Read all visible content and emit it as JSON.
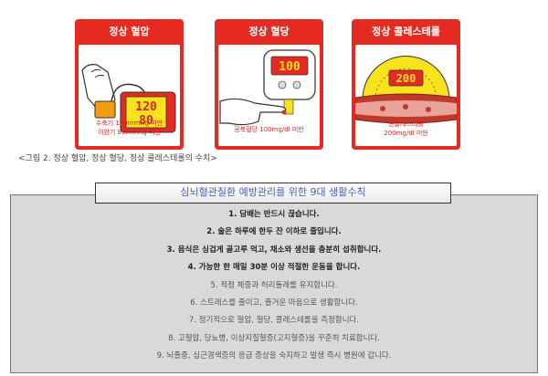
{
  "cards": [
    {
      "title": "정상 혈압",
      "display_top": "120",
      "display_bottom": "80",
      "caption_lines": [
        "수축기 120mmHg 미만",
        "이완기 80mmHg 미만"
      ]
    },
    {
      "title": "정상 혈당",
      "display": "100",
      "caption_lines": [
        "공복혈당 100mg/dl 미만"
      ]
    },
    {
      "title": "정상 콜레스테롤",
      "display": "200",
      "caption_lines": [
        "총콜레스테롤",
        "200mg/dl 미만"
      ]
    }
  ],
  "figure_caption": "<그림 2. 정상 혈압, 정상 혈당, 정상 콜레스테롤의 수치>",
  "rules": {
    "title": "심뇌혈관질환 예방관리를 위한 9대 생활수칙",
    "items": [
      {
        "text": "1. 담배는 반드시 끊습니다.",
        "style": "bold"
      },
      {
        "text": "2. 술은 하루에 한두 잔 이하로 줄입니다.",
        "style": "bold"
      },
      {
        "text": "3. 음식은 싱겁게 골고루 먹고, 채소와 생선을 충분히 섭취합니다.",
        "style": "bold"
      },
      {
        "text": "4. 가능한 한 매일 30분 이상 적절한 운동을 합니다.",
        "style": "bold"
      },
      {
        "text": "5. 적정 체중과 허리둘레를 유지합니다.",
        "style": "light"
      },
      {
        "text": "6. 스트레스를 줄이고, 즐거운 마음으로 생활합니다.",
        "style": "light"
      },
      {
        "text": "7. 정기적으로 혈압, 혈당, 콜레스테롤을 측정합니다.",
        "style": "light"
      },
      {
        "text": "8. 고혈압, 당뇨병, 이상지질혈증(고지혈증)을 꾸준히 치료합니다.",
        "style": "light"
      },
      {
        "text": "9. 뇌졸중, 심근경색증의 응급 증상을 숙지하고 발생 즉시 병원에 갑니다.",
        "style": "light"
      }
    ]
  },
  "colors": {
    "card_red": "#e52b21",
    "display_yellow": "#f7e21b",
    "rules_title_blue": "#4a5fb3",
    "rules_background": "#d9d9d9"
  }
}
